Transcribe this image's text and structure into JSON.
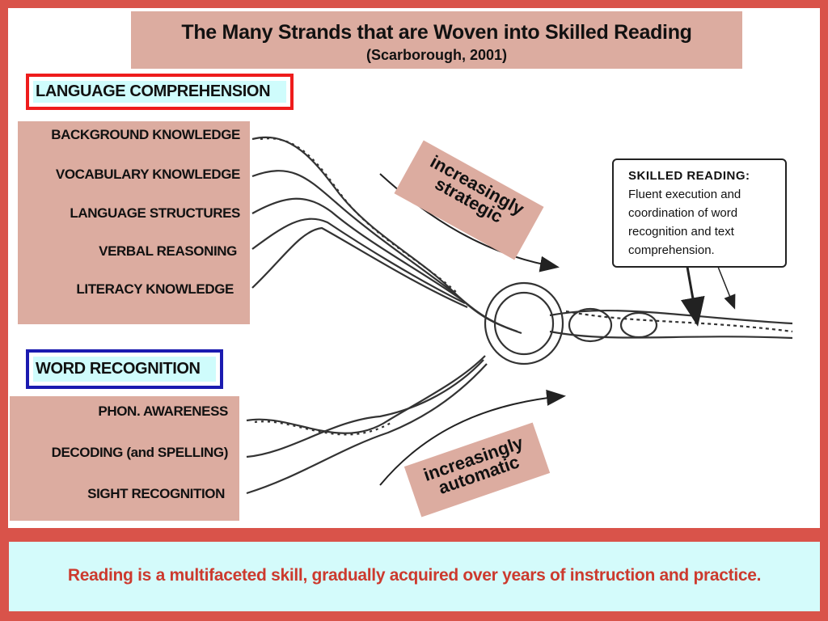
{
  "title": {
    "main": "The Many Strands that are Woven into Skilled Reading",
    "sub": "(Scarborough, 2001)"
  },
  "language": {
    "heading": "LANGUAGE COMPREHENSION",
    "strands": [
      "BACKGROUND KNOWLEDGE",
      "VOCABULARY KNOWLEDGE",
      "LANGUAGE STRUCTURES",
      "VERBAL REASONING",
      "LITERACY KNOWLEDGE"
    ]
  },
  "word": {
    "heading": "WORD RECOGNITION",
    "strands": [
      "PHON. AWARENESS",
      "DECODING (and SPELLING)",
      "SIGHT RECOGNITION"
    ]
  },
  "tags": {
    "strategic": [
      "increasingly",
      "strategic"
    ],
    "automatic": [
      "increasingly",
      "automatic"
    ]
  },
  "skilled": {
    "heading": "SKILLED READING:",
    "description": [
      "Fluent execution and",
      "coordination of word",
      "recognition and text",
      "comprehension."
    ]
  },
  "footer": "Reading is a multifaceted skill, gradually acquired over years of instruction and practice.",
  "colors": {
    "frame": "#d9534a",
    "panel_fill": "#dcaca0",
    "lang_border": "#ee1c1c",
    "word_border": "#1b1bb0",
    "heading_fill": "#cffcfc",
    "footer_text": "#cc3a2e"
  }
}
